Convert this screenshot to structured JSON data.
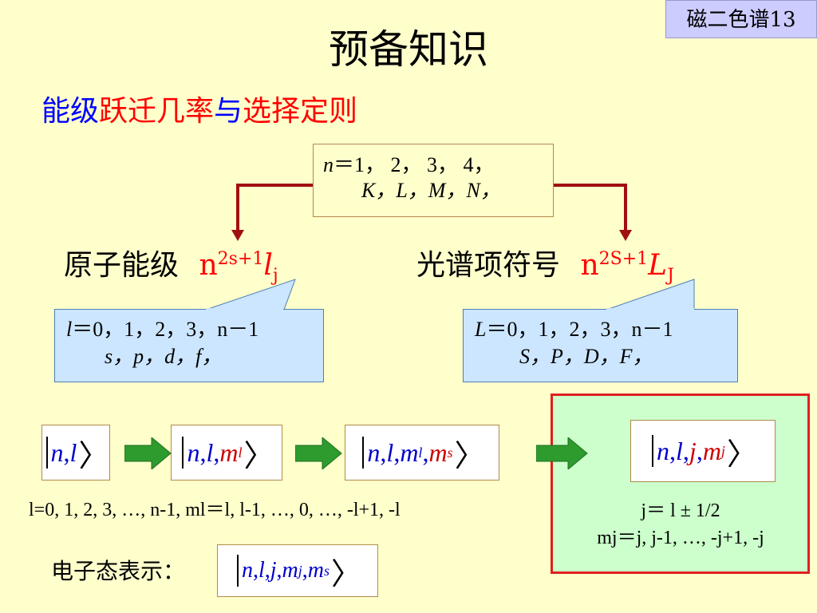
{
  "slide_badge": "磁二色谱13",
  "title": "预备知识",
  "subtitle": {
    "part1": "能级",
    "part2": "跃迁几率",
    "part3": "与",
    "part4": "选择定则"
  },
  "n_box": {
    "line1_var": "n",
    "line1_values": "＝1， 2， 3， 4，",
    "line2": "K，L，M，N，"
  },
  "atomic_level": {
    "label": "原子能级",
    "symbol_base": "n",
    "symbol_sup": "2s+1",
    "symbol_l": "l",
    "symbol_sub": "j"
  },
  "spectral_term": {
    "label": "光谱项符号",
    "symbol_base": "n",
    "symbol_sup": "2S+1",
    "symbol_L": "L",
    "symbol_sub": "J"
  },
  "callout_left": {
    "var": "l",
    "values": "＝0，1，2，3，n－1",
    "letters": "s，p，d，f，"
  },
  "callout_right": {
    "var": "L",
    "values": "＝0，1，2，3，n－1",
    "letters": "S，P，D，F，"
  },
  "kets": {
    "k1": {
      "n": "n",
      "l": "l"
    },
    "k2": {
      "n": "n",
      "l": "l",
      "m": "m",
      "m_sub": "l"
    },
    "k3": {
      "n": "n",
      "l": "l",
      "m": "m",
      "m_sub": "l",
      "ms": "m",
      "ms_sub": "s"
    },
    "k4": {
      "n": "n",
      "l": "l",
      "j": "j",
      "m": "m",
      "m_sub": "j"
    },
    "k5": {
      "n": "n",
      "l": "l",
      "j": "j",
      "m": "m",
      "m_sub": "j",
      "ms": "m",
      "ms_sub": "s"
    }
  },
  "l_ml_caption": "l=0, 1, 2, 3, …, n-1, ml＝l, l-1, …, 0, …, -l+1, -l",
  "j_line": "j＝ l ± 1/2",
  "mj_line": "mj＝j, j-1, …, -j+1, -j",
  "electron_state_label": "电子态表示：",
  "colors": {
    "background": "#ffffcc",
    "badge": "#ccccff",
    "callout": "#cce6ff",
    "green_box": "#ccffcc",
    "red_border": "#e0201e",
    "connector": "#a01010",
    "arrow_green": "#2e9b2e"
  }
}
